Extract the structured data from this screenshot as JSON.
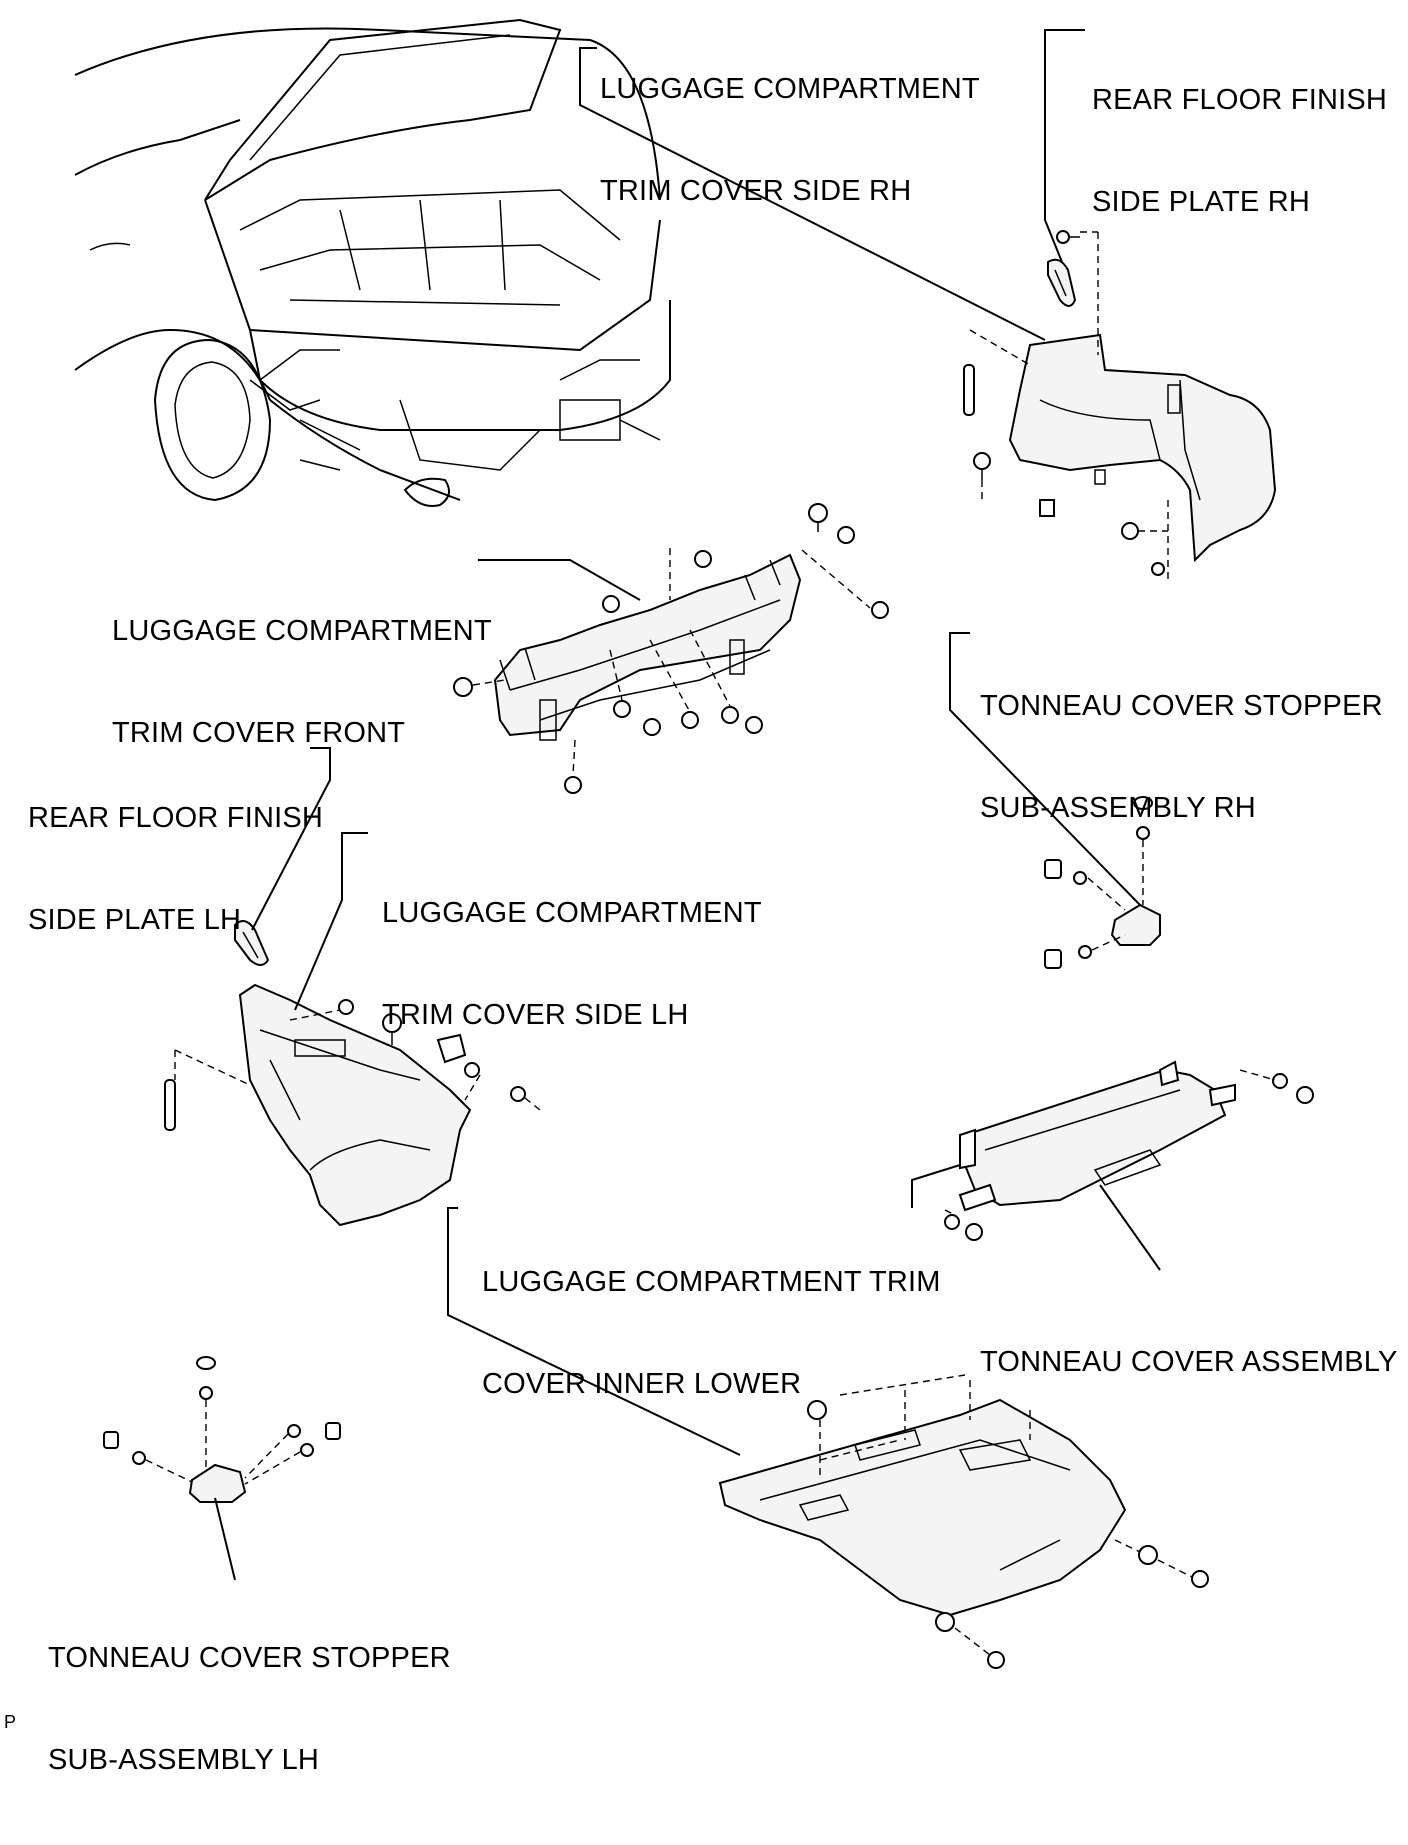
{
  "labels": {
    "trim_cover_side_rh": [
      "LUGGAGE COMPARTMENT",
      "TRIM COVER SIDE RH"
    ],
    "rear_floor_finish_rh": [
      "REAR FLOOR FINISH",
      "SIDE PLATE RH"
    ],
    "trim_cover_front": [
      "LUGGAGE COMPARTMENT",
      "TRIM COVER FRONT"
    ],
    "stopper_rh": [
      "TONNEAU COVER STOPPER",
      "SUB-ASSEMBLY RH"
    ],
    "rear_floor_finish_lh": [
      "REAR FLOOR FINISH",
      "SIDE PLATE LH"
    ],
    "trim_cover_side_lh": [
      "LUGGAGE COMPARTMENT",
      "TRIM COVER SIDE LH"
    ],
    "trim_cover_inner_lower": [
      "LUGGAGE COMPARTMENT TRIM",
      "COVER INNER LOWER"
    ],
    "tonneau_cover_assembly": [
      "TONNEAU COVER ASSEMBLY"
    ],
    "stopper_lh": [
      "TONNEAU COVER STOPPER",
      "SUB-ASSEMBLY LH"
    ]
  },
  "corner_mark": "P"
}
